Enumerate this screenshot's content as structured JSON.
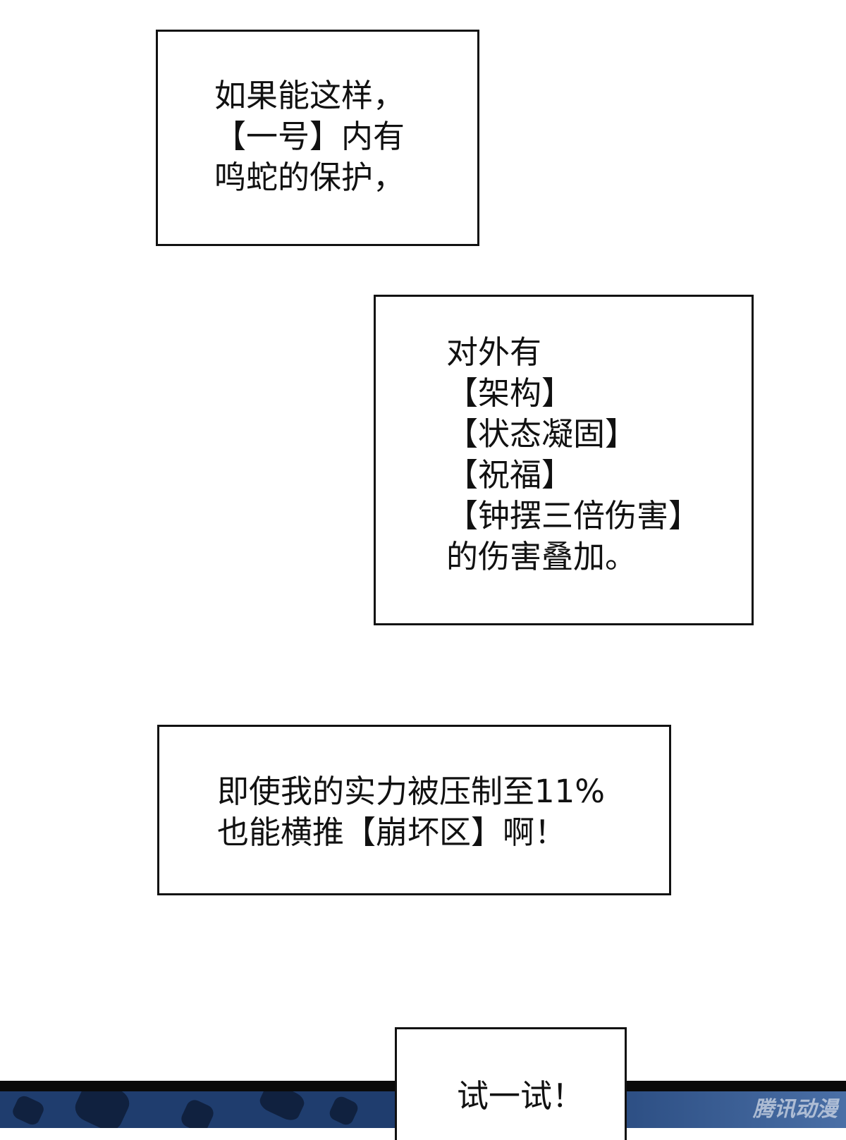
{
  "panels": [
    {
      "lines": [
        "如果能这样，",
        "【一号】内有",
        "鸣蛇的保护，"
      ]
    },
    {
      "lines": [
        "对外有",
        "【架构】",
        "【状态凝固】",
        "【祝福】",
        "【钟摆三倍伤害】",
        "的伤害叠加。"
      ]
    },
    {
      "lines": [
        "即使我的实力被压制至11%",
        "也能横推【崩坏区】啊！"
      ]
    },
    {
      "lines": [
        "试一试！"
      ]
    }
  ],
  "watermark": "腾讯动漫",
  "colors": {
    "border": "#111111",
    "night_blue": "#1f3d6e",
    "bar": "#0a0a0a"
  }
}
